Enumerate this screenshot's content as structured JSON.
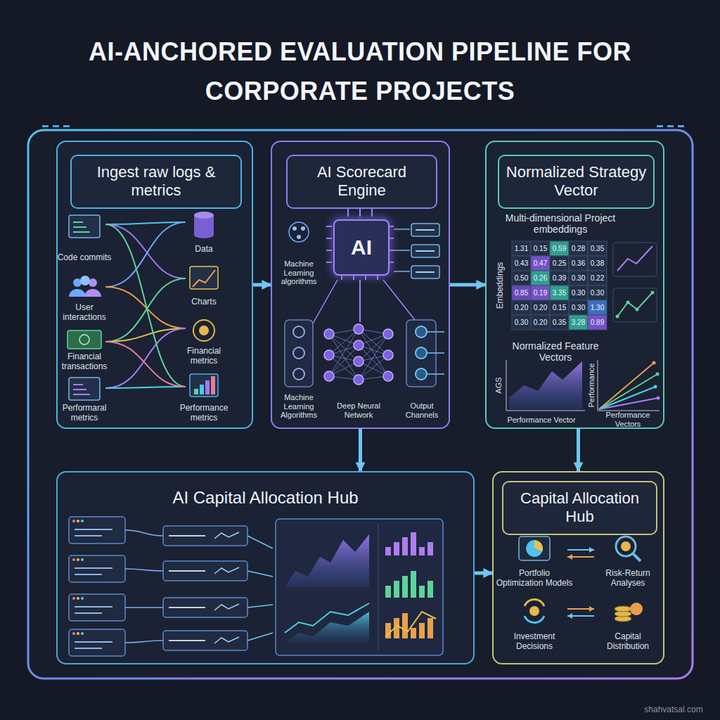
{
  "diagram": {
    "title": "AI-ANCHORED EVALUATION PIPELINE FOR CORPORATE PROJECTS",
    "nodes": [
      {
        "text": [
          "Ingest raw logs & metrics"
        ]
      },
      {
        "text": [
          "AI Scorecard Engine"
        ]
      },
      {
        "text": [
          "AI"
        ],
        "in": 1
      },
      {
        "text": [
          "Normalized Strategy Vector"
        ]
      },
      {
        "text": [
          "AI Capital Allocation Hub"
        ]
      },
      {
        "text": [
          "Capital Allocation Hub"
        ]
      }
    ],
    "edges": [
      {
        "from": 0,
        "to": 1,
        "arrow": "to"
      },
      {
        "from": 1,
        "to": 3,
        "arrow": "to"
      },
      {
        "from": 1,
        "to": 4,
        "arrow": "to"
      },
      {
        "from": 3,
        "to": 5,
        "arrow": "to"
      },
      {
        "from": 4,
        "to": 5,
        "arrow": "to"
      }
    ],
    "labels": [
      "Code commits",
      "User interactions",
      "Financial transactions",
      "Performaral metrics",
      "Data",
      "Charts",
      "Financial metrics",
      "Performance metrics",
      "Machine Learning algorithms",
      "Machine Learning Algorithms",
      "Deep Neural Network",
      "Output Channels",
      "Multi-dimensional Project embeddings",
      "Embeddings",
      "1.31",
      "0.15",
      "0.59",
      "0.28",
      "0.35",
      "0.43",
      "0.47",
      "0.25",
      "0.36",
      "0.38",
      "0.50",
      "0.26",
      "0.39",
      "0.30",
      "0.22",
      "0.85",
      "0.19",
      "3.35",
      "0.30",
      "0.30",
      "0.20",
      "0.20",
      "0.15",
      "0.30",
      "1.30",
      "0.30",
      "0.20",
      "0.35",
      "3.28",
      "0.89",
      "Normalized Feature Vectors",
      "AGS",
      "Performance",
      "Performance Vector",
      "Performance Vectors",
      "Portfolio Optimization Models",
      "Risk-Return Analyses",
      "Investment Decisions",
      "Capital Distribution",
      "shahvatsal.com"
    ]
  }
}
